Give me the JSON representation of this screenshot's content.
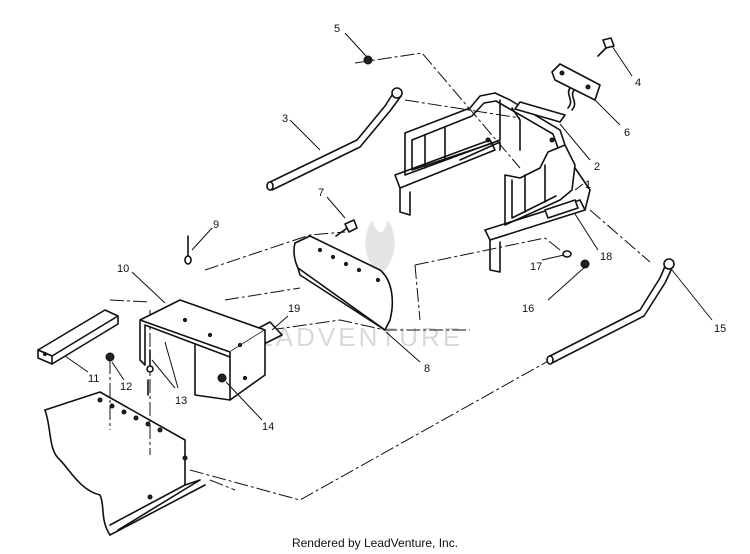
{
  "diagram": {
    "watermark": "LEADVENTURE",
    "footer": "Rendered by LeadVenture, Inc.",
    "callouts": [
      {
        "id": "1",
        "label": "1"
      },
      {
        "id": "2",
        "label": "2"
      },
      {
        "id": "3",
        "label": "3"
      },
      {
        "id": "4",
        "label": "4"
      },
      {
        "id": "5",
        "label": "5"
      },
      {
        "id": "6",
        "label": "6"
      },
      {
        "id": "7",
        "label": "7"
      },
      {
        "id": "8",
        "label": "8"
      },
      {
        "id": "9",
        "label": "9"
      },
      {
        "id": "10",
        "label": "10"
      },
      {
        "id": "11",
        "label": "11"
      },
      {
        "id": "12",
        "label": "12"
      },
      {
        "id": "13",
        "label": "13"
      },
      {
        "id": "14",
        "label": "14"
      },
      {
        "id": "15",
        "label": "15"
      },
      {
        "id": "16",
        "label": "16"
      },
      {
        "id": "17",
        "label": "17"
      },
      {
        "id": "18",
        "label": "18"
      },
      {
        "id": "19",
        "label": "19"
      }
    ]
  }
}
